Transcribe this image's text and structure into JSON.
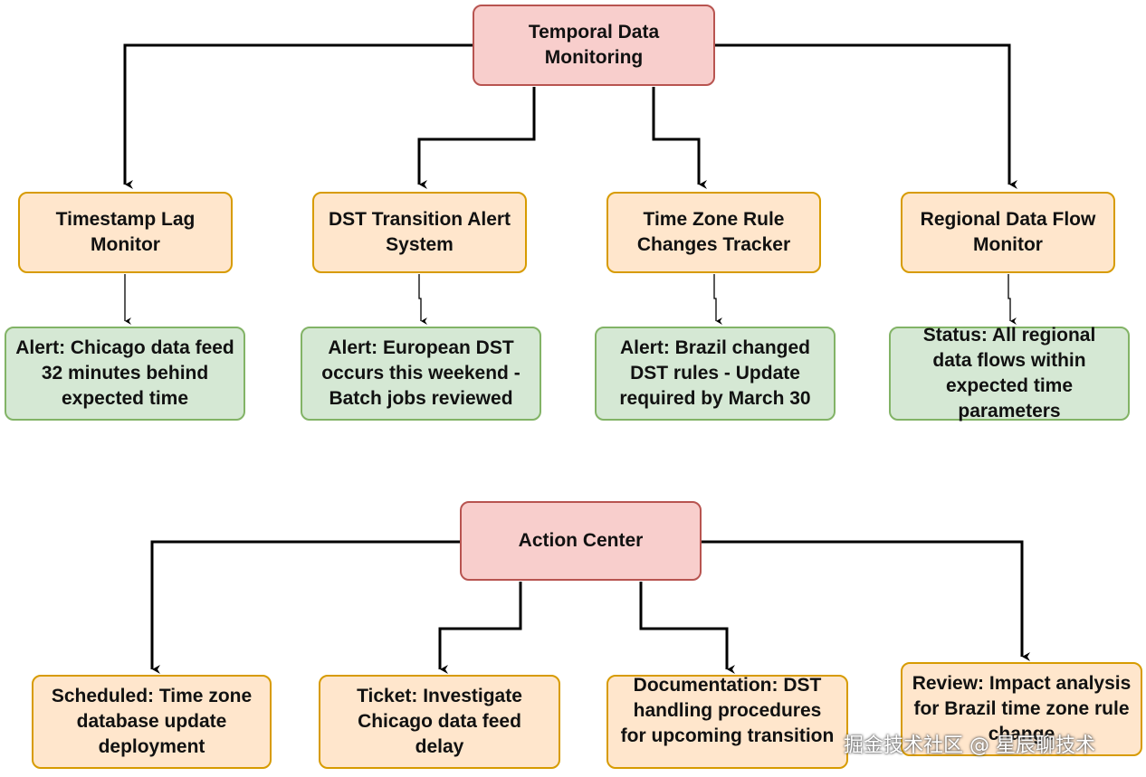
{
  "top": {
    "root": "Temporal Data Monitoring",
    "monitors": [
      "Timestamp Lag Monitor",
      "DST Transition Alert System",
      "Time Zone Rule Changes Tracker",
      "Regional Data Flow Monitor"
    ],
    "statuses": [
      "Alert: Chicago data feed 32 minutes behind expected time",
      "Alert: European DST occurs this weekend - Batch jobs reviewed",
      "Alert: Brazil changed DST rules - Update required by March 30",
      "Status: All regional data flows within expected time parameters"
    ]
  },
  "bottom": {
    "root": "Action Center",
    "actions": [
      "Scheduled: Time zone database update deployment",
      "Ticket: Investigate Chicago data feed delay",
      "Documentation: DST handling procedures for upcoming transition",
      "Review: Impact analysis for Brazil time zone rule change"
    ]
  },
  "watermark": "掘金技术社区 @ 星辰聊技术",
  "colors": {
    "root_fill": "#f8cecc",
    "root_border": "#b85450",
    "child_fill": "#ffe6cc",
    "child_border": "#d79b00",
    "status_fill": "#d5e8d4",
    "status_border": "#82b366",
    "edge": "#000000"
  }
}
